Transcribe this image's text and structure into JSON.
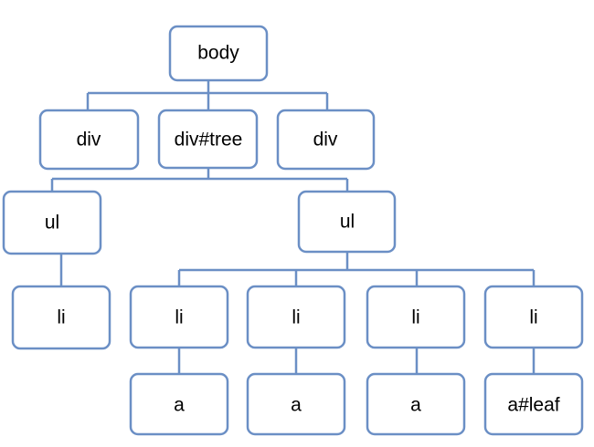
{
  "tree": {
    "nodes": [
      {
        "id": "body",
        "label": "body"
      },
      {
        "id": "div-left",
        "label": "div"
      },
      {
        "id": "div-tree",
        "label": "div#tree"
      },
      {
        "id": "div-right",
        "label": "div"
      },
      {
        "id": "ul-left",
        "label": "ul"
      },
      {
        "id": "ul-right",
        "label": "ul"
      },
      {
        "id": "li-left",
        "label": "li"
      },
      {
        "id": "li-1",
        "label": "li"
      },
      {
        "id": "li-2",
        "label": "li"
      },
      {
        "id": "li-3",
        "label": "li"
      },
      {
        "id": "li-4",
        "label": "li"
      },
      {
        "id": "a-1",
        "label": "a"
      },
      {
        "id": "a-2",
        "label": "a"
      },
      {
        "id": "a-3",
        "label": "a"
      },
      {
        "id": "a-leaf",
        "label": "a#leaf"
      }
    ],
    "edges": [
      {
        "from": "body",
        "to": "div-left"
      },
      {
        "from": "body",
        "to": "div-tree"
      },
      {
        "from": "body",
        "to": "div-right"
      },
      {
        "from": "div-tree",
        "to": "ul-left"
      },
      {
        "from": "div-tree",
        "to": "ul-right"
      },
      {
        "from": "ul-left",
        "to": "li-left"
      },
      {
        "from": "ul-right",
        "to": "li-1"
      },
      {
        "from": "ul-right",
        "to": "li-2"
      },
      {
        "from": "ul-right",
        "to": "li-3"
      },
      {
        "from": "ul-right",
        "to": "li-4"
      },
      {
        "from": "li-1",
        "to": "a-1"
      },
      {
        "from": "li-2",
        "to": "a-2"
      },
      {
        "from": "li-3",
        "to": "a-3"
      },
      {
        "from": "li-4",
        "to": "a-leaf"
      }
    ],
    "colors": {
      "stroke": "#6b8fc5",
      "fill": "#ffffff",
      "text": "#000000"
    }
  }
}
